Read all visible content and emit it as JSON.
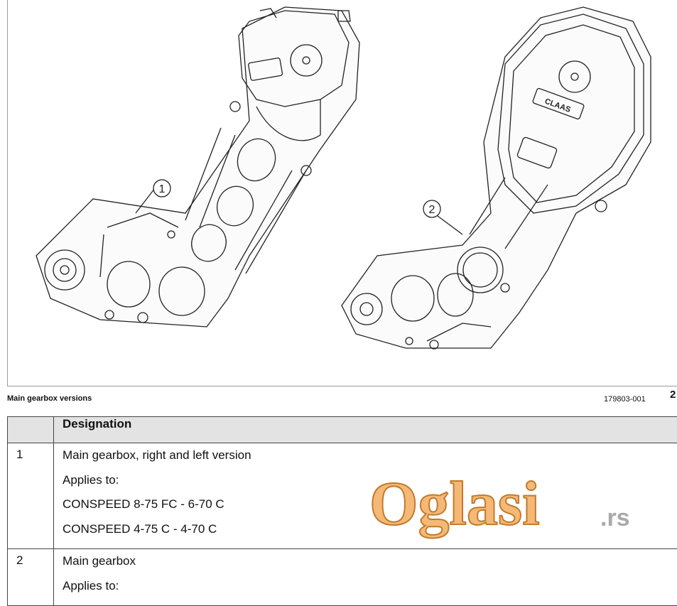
{
  "figure": {
    "callouts": [
      "1",
      "2"
    ],
    "logo_text": "CLAAS"
  },
  "caption": "Main gearbox versions",
  "figure_ref": "179803-001",
  "page_number": "2",
  "table": {
    "headers": [
      "",
      "Designation"
    ],
    "rows": [
      {
        "number": "1",
        "lines": [
          "Main gearbox, right and left version",
          "Applies to:",
          "CONSPEED 8-75 FC - 6-70 C",
          "CONSPEED 4-75 C - 4-70 C"
        ]
      },
      {
        "number": "2",
        "lines": [
          "Main gearbox",
          "Applies to:"
        ]
      }
    ]
  },
  "watermark": {
    "brand": "Oglasi",
    "suffix": ".rs",
    "brand_color": "#f0a24a",
    "suffix_color": "#9a9a9a"
  }
}
